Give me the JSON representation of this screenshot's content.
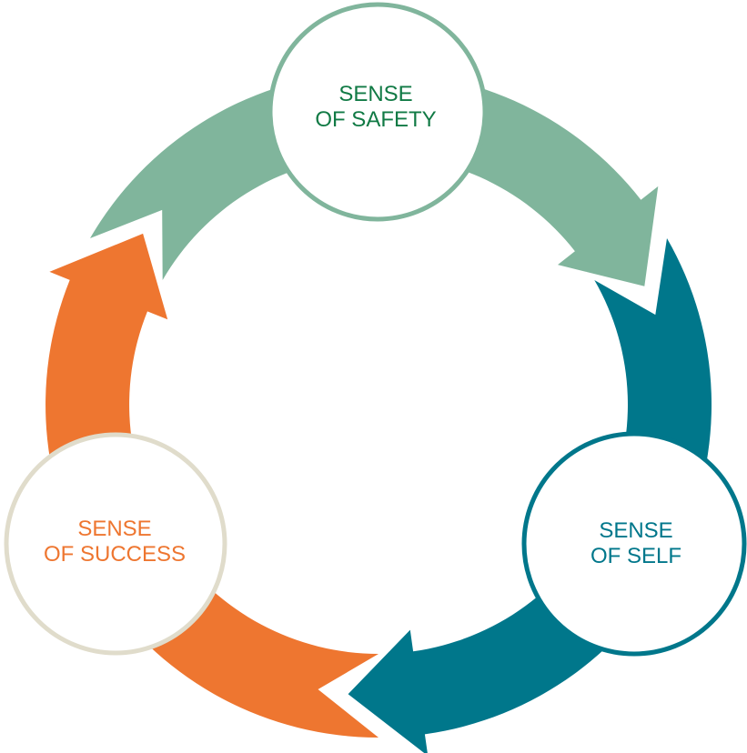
{
  "title": "Cycle diagram",
  "colors": {
    "green": "#80b59c",
    "teal": "#00778b",
    "orange": "#ee7630",
    "beige": "#e0dccb",
    "safety_text": "#117a45"
  },
  "nodes": [
    {
      "line1": "SENSE",
      "line2": "OF SAFETY"
    },
    {
      "line1": "SENSE",
      "line2": "OF SELF"
    },
    {
      "line1": "SENSE",
      "line2": "OF SUCCESS"
    }
  ]
}
